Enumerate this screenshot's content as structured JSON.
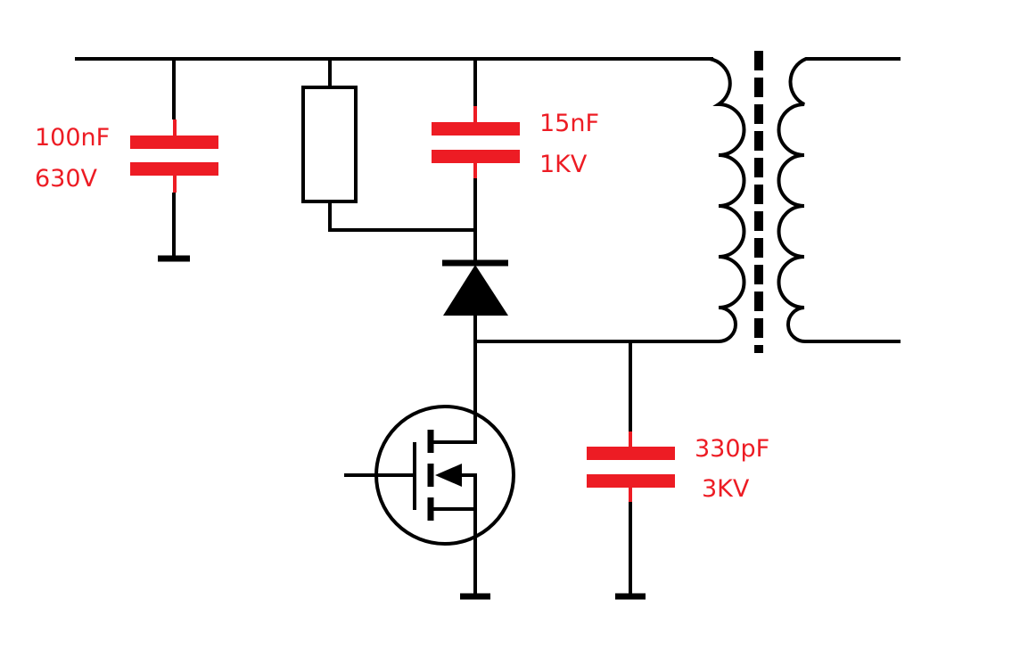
{
  "colors": {
    "component": "#ed1c24",
    "wire": "#000000",
    "label": "#ed1c24"
  },
  "capacitors": [
    {
      "value": "100nF",
      "voltage": "630V"
    },
    {
      "value": "15nF",
      "voltage": "1KV"
    },
    {
      "value": "330pF",
      "voltage": "3KV"
    }
  ]
}
